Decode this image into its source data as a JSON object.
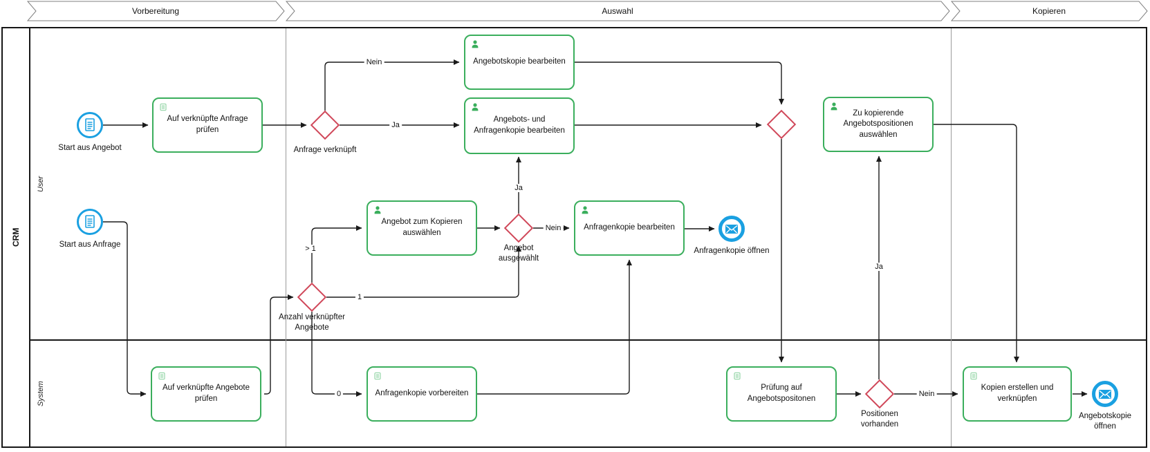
{
  "phases": {
    "p1": {
      "label": "Vorbereitung"
    },
    "p2": {
      "label": "Auswahl"
    },
    "p3": {
      "label": "Kopieren"
    }
  },
  "pool": {
    "label": "CRM",
    "lanes": {
      "user": {
        "label": "User"
      },
      "system": {
        "label": "System"
      }
    }
  },
  "events": {
    "start_angebot": {
      "label": "Start aus Angebot",
      "icon": "document-icon"
    },
    "start_anfrage": {
      "label": "Start aus Anfrage",
      "icon": "document-icon"
    },
    "end_anfragenkopie": {
      "label": "Anfragenkopie öffnen",
      "icon": "envelope-icon"
    },
    "end_angebotskopie": {
      "label": "Angebotskopie öffnen",
      "icon": "envelope-icon"
    }
  },
  "tasks": {
    "t1": {
      "label": "Auf verknüpfte Anfrage prüfen",
      "icon": "script"
    },
    "t2": {
      "label": "Angebotskopie bearbeiten",
      "icon": "user"
    },
    "t3": {
      "label": "Angebots- und Anfragenkopie bearbeiten",
      "icon": "user"
    },
    "t4": {
      "label": "Angebot zum Kopieren auswählen",
      "icon": "user"
    },
    "t5": {
      "label": "Anfragenkopie bearbeiten",
      "icon": "user"
    },
    "t6": {
      "label": "Zu kopierende Angebotspositionen auswählen",
      "icon": "user"
    },
    "t7": {
      "label": "Auf verknüpfte Angebote prüfen",
      "icon": "script"
    },
    "t8": {
      "label": "Anfragenkopie vorbereiten",
      "icon": "script"
    },
    "t9": {
      "label": "Prüfung auf Angebotspositonen",
      "icon": "script"
    },
    "t10": {
      "label": "Kopien erstellen und verknüpfen",
      "icon": "script"
    }
  },
  "gateways": {
    "g1": {
      "label": "Anfrage verknüpft"
    },
    "g2": {
      "label": "Anzahl verknüpfter Angebote"
    },
    "g3": {
      "label": "Angebot ausgewählt"
    },
    "g4": {
      "label": ""
    },
    "g5": {
      "label": "Positionen vorhanden"
    }
  },
  "edge_labels": {
    "nein_anfrage": "Nein",
    "ja_anfrage": "Ja",
    "ja_ausgewaehlt": "Ja",
    "groesser_1": "> 1",
    "eins": "1",
    "null": "0",
    "nein_ausgewaehlt": "Nein",
    "ja_positionen": "Ja",
    "nein_positionen": "Nein"
  },
  "colors": {
    "task_border": "#3aae5c",
    "task_icon_light": "#9ed9af",
    "gateway_border": "#d0485a",
    "event_blue": "#1aa0e1",
    "line_black": "#1a1a1a",
    "phase_line_gray": "#9a9a9a"
  }
}
